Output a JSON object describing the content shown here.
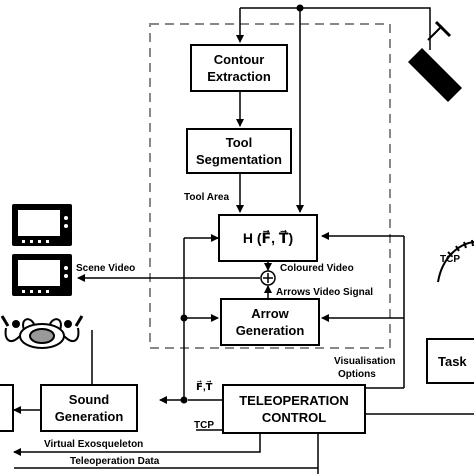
{
  "blocks": {
    "contour": {
      "line1": "Contour",
      "line2": "Extraction"
    },
    "tool_seg": {
      "line1": "Tool",
      "line2": "Segmentation"
    },
    "h_block": {
      "label": "H (F⃗, T⃗)"
    },
    "arrow_gen": {
      "line1": "Arrow",
      "line2": "Generation"
    },
    "sound_gen": {
      "line1": "Sound",
      "line2": "Generation"
    },
    "teleop": {
      "line1": "TELEOPERATION",
      "line2": "CONTROL"
    },
    "task": {
      "label": "Task"
    }
  },
  "labels": {
    "tool_area": "Tool Area",
    "scene_video": "Scene Video",
    "coloured_video": "Coloured Video",
    "arrows_video_signal": "Arrows Video Signal",
    "visualisation_options_1": "Visualisation",
    "visualisation_options_2": "Options",
    "ft": "F⃗,T⃗",
    "tcp_left": "TCP",
    "tcp_right": "TCP",
    "virtual_exoskeleton": "Virtual  Exosqueleton",
    "teleoperation_data": "Teleoperation Data"
  },
  "icons": [
    "camera-icon",
    "monitor-icon",
    "operator-icon",
    "gauge-icon",
    "summing-junction-icon"
  ]
}
